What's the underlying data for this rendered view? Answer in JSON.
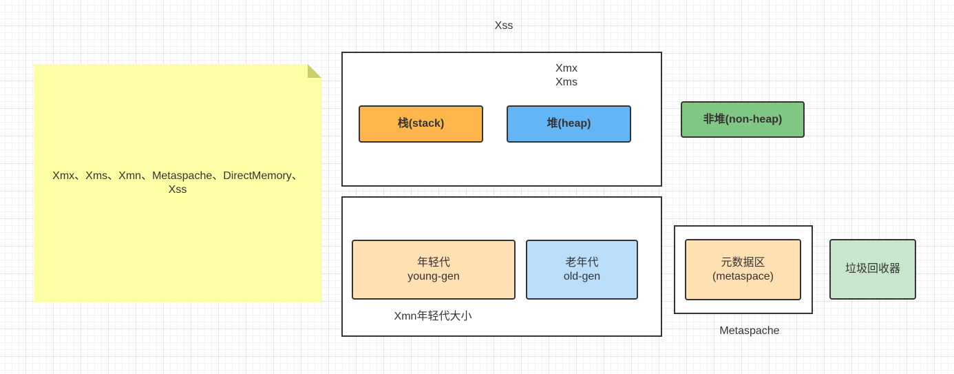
{
  "diagram": {
    "top_label": "Xss",
    "note": {
      "line1": "Xmx、Xms、Xmn、Metaspache、DirectMemory、",
      "line2": "Xss"
    },
    "memory_box": {
      "label_line1": "Xmx",
      "label_line2": "Xms",
      "stack": "栈(stack)",
      "heap": "堆(heap)"
    },
    "non_heap": "非堆(non-heap)",
    "heap_box": {
      "young_line1": "年轻代",
      "young_line2": "young-gen",
      "old_line1": "老年代",
      "old_line2": "old-gen",
      "caption": "Xmn年轻代大小"
    },
    "metaspace_box": {
      "line1": "元数据区",
      "line2": "(metaspace)",
      "caption": "Metaspache"
    },
    "gc": "垃圾回收器"
  },
  "colors": {
    "note": "#FFFFA6",
    "note_fold": "#CDCD6E",
    "stack": "#FFB74D",
    "heap": "#64B5F6",
    "non_heap": "#81C784",
    "young": "#FFE0B2",
    "old": "#BBDEFB",
    "metaspace": "#FFE0B2",
    "gc": "#C8E6C9",
    "border": "#333333"
  }
}
